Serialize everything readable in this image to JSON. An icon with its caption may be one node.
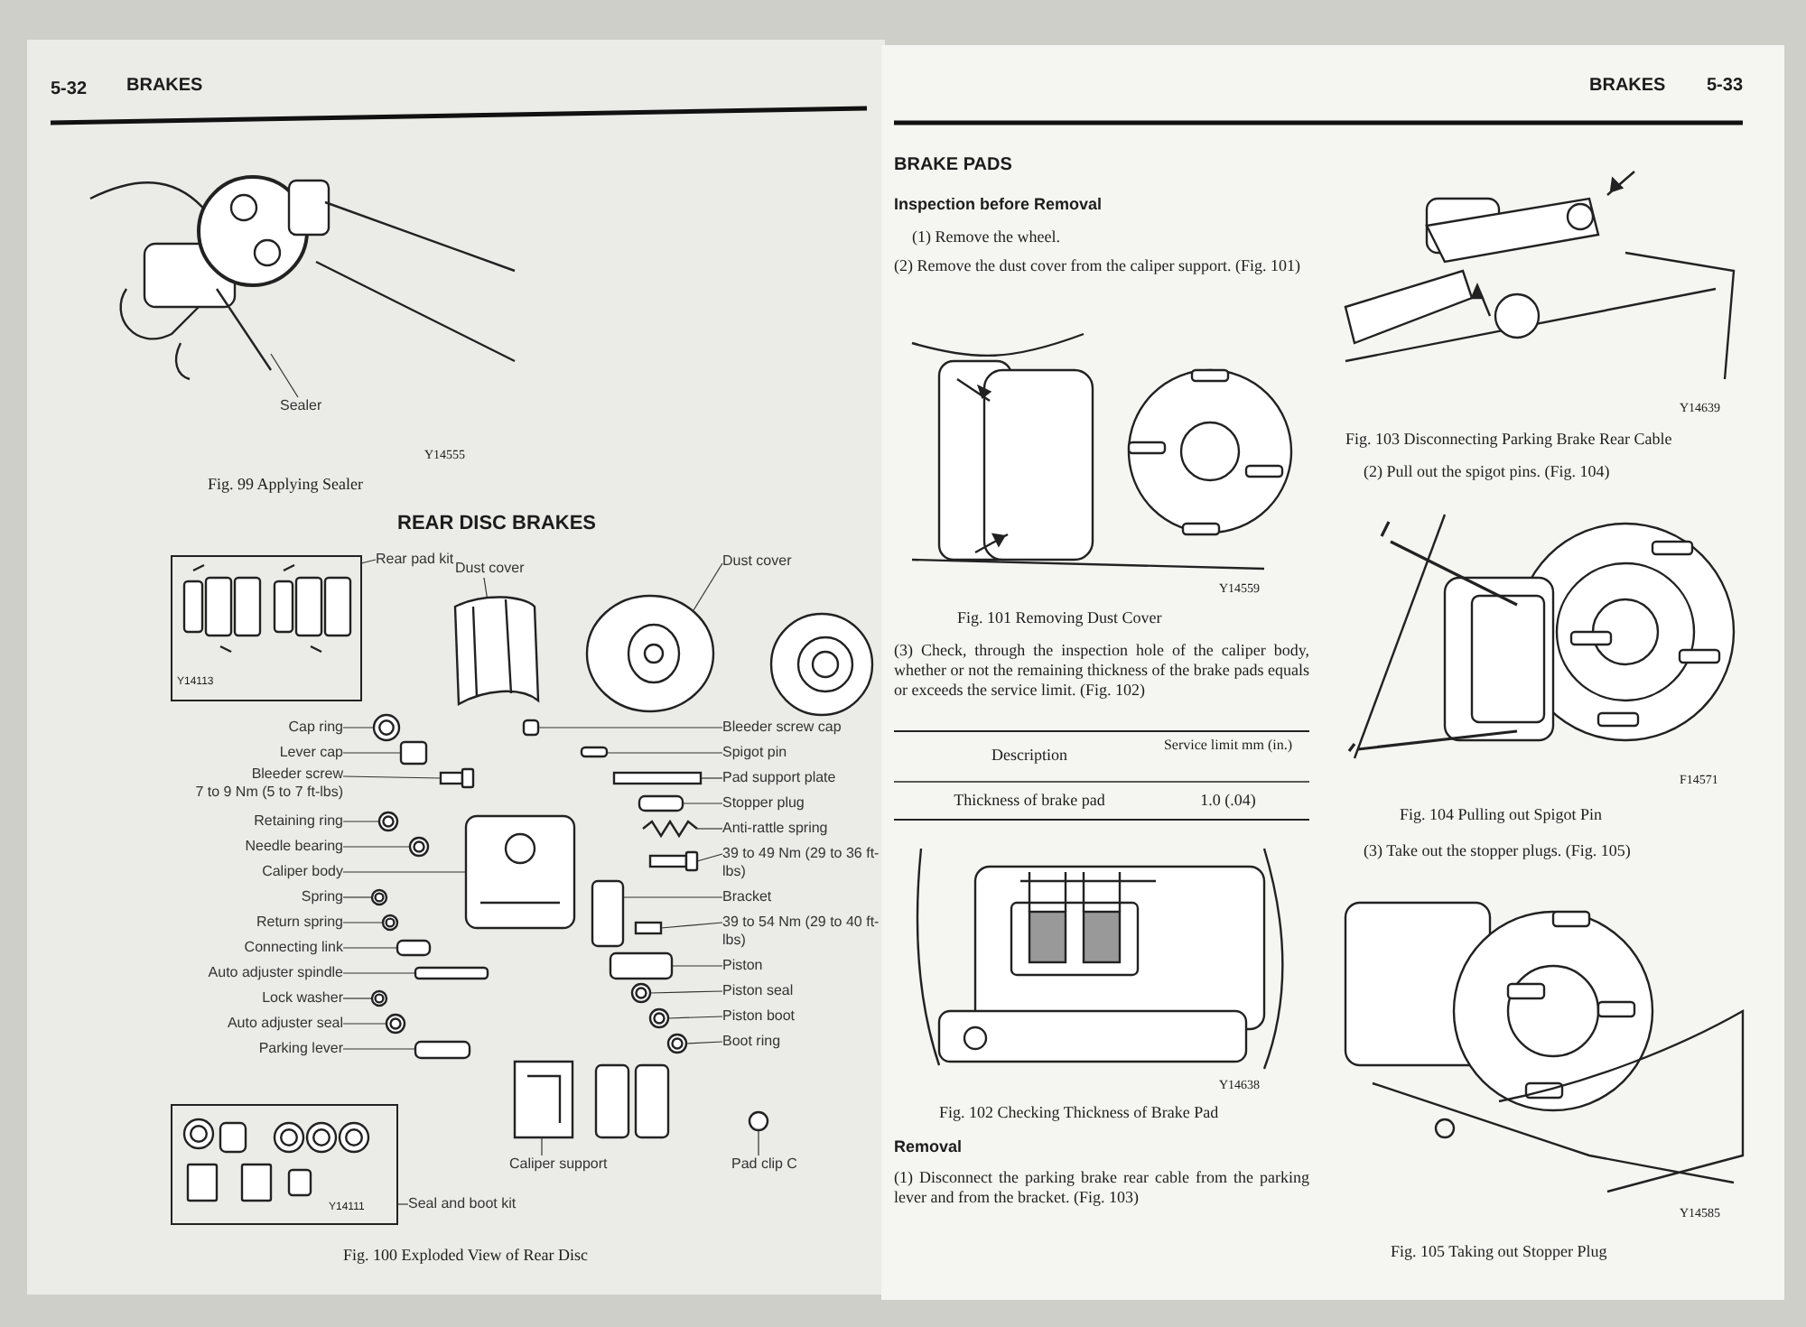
{
  "diagram": {
    "nodes": [
      {
        "text": [
          "Sealer"
        ]
      },
      {
        "text": [
          "Rear pad kit"
        ]
      },
      {
        "text": [
          "Dust cover"
        ]
      },
      {
        "text": [
          "Dust cover"
        ]
      },
      {
        "text": [
          "Cap ring"
        ]
      },
      {
        "text": [
          "Lever cap"
        ]
      },
      {
        "text": [
          "Bleeder screw",
          "7 to 9 Nm (5 to 7 ft-lbs)"
        ]
      },
      {
        "text": [
          "Retaining ring"
        ]
      },
      {
        "text": [
          "Needle bearing"
        ]
      },
      {
        "text": [
          "Caliper body"
        ]
      },
      {
        "text": [
          "Spring"
        ]
      },
      {
        "text": [
          "Return spring"
        ]
      },
      {
        "text": [
          "Connecting link"
        ]
      },
      {
        "text": [
          "Auto adjuster spindle"
        ]
      },
      {
        "text": [
          "Lock washer"
        ]
      },
      {
        "text": [
          "Auto adjuster seal"
        ]
      },
      {
        "text": [
          "Parking lever"
        ]
      },
      {
        "text": [
          "Bleeder screw cap"
        ]
      },
      {
        "text": [
          "Spigot pin"
        ]
      },
      {
        "text": [
          "Pad support plate"
        ]
      },
      {
        "text": [
          "Stopper plug"
        ]
      },
      {
        "text": [
          "Anti-rattle spring"
        ]
      },
      {
        "text": [
          "39 to 49 Nm (29 to 36 ft-lbs)"
        ]
      },
      {
        "text": [
          "Bracket"
        ]
      },
      {
        "text": [
          "39 to 54 Nm (29 to 40 ft-lbs)"
        ]
      },
      {
        "text": [
          "Piston"
        ]
      },
      {
        "text": [
          "Piston seal"
        ]
      },
      {
        "text": [
          "Piston boot"
        ]
      },
      {
        "text": [
          "Boot ring"
        ]
      },
      {
        "text": [
          "Caliper support"
        ]
      },
      {
        "text": [
          "Pad clip C"
        ]
      },
      {
        "text": [
          "Seal and boot kit"
        ]
      }
    ],
    "edges": [
      {
        "from": 0,
        "to": null,
        "arrow": "none"
      },
      {
        "from": 1,
        "to": null,
        "arrow": "none"
      },
      {
        "from": 2,
        "to": null,
        "arrow": "none"
      },
      {
        "from": 3,
        "to": null,
        "arrow": "none"
      },
      {
        "from": 4,
        "to": null,
        "arrow": "none"
      },
      {
        "from": 5,
        "to": null,
        "arrow": "none"
      },
      {
        "from": 6,
        "to": null,
        "arrow": "none"
      },
      {
        "from": 7,
        "to": null,
        "arrow": "none"
      },
      {
        "from": 8,
        "to": null,
        "arrow": "none"
      },
      {
        "from": 9,
        "to": null,
        "arrow": "none"
      },
      {
        "from": 10,
        "to": null,
        "arrow": "none"
      },
      {
        "from": 11,
        "to": null,
        "arrow": "none"
      },
      {
        "from": 12,
        "to": null,
        "arrow": "none"
      },
      {
        "from": 13,
        "to": null,
        "arrow": "none"
      },
      {
        "from": 14,
        "to": null,
        "arrow": "none"
      },
      {
        "from": 15,
        "to": null,
        "arrow": "none"
      },
      {
        "from": 16,
        "to": null,
        "arrow": "none"
      },
      {
        "from": 17,
        "to": null,
        "arrow": "none"
      },
      {
        "from": 18,
        "to": null,
        "arrow": "none"
      },
      {
        "from": 19,
        "to": null,
        "arrow": "none"
      },
      {
        "from": 20,
        "to": null,
        "arrow": "none"
      },
      {
        "from": 21,
        "to": null,
        "arrow": "none"
      },
      {
        "from": 22,
        "to": null,
        "arrow": "none"
      },
      {
        "from": 23,
        "to": null,
        "arrow": "none"
      },
      {
        "from": 24,
        "to": null,
        "arrow": "none"
      },
      {
        "from": 25,
        "to": null,
        "arrow": "none"
      },
      {
        "from": 26,
        "to": null,
        "arrow": "none"
      },
      {
        "from": 27,
        "to": null,
        "arrow": "none"
      },
      {
        "from": 28,
        "to": null,
        "arrow": "none"
      },
      {
        "from": 29,
        "to": null,
        "arrow": "none"
      },
      {
        "from": 30,
        "to": null,
        "arrow": "none"
      },
      {
        "from": 31,
        "to": null,
        "arrow": "none"
      }
    ],
    "labels": [
      "5-32",
      "BRAKES",
      "Y14555",
      "Fig. 99 Applying Sealer",
      "REAR DISC BRAKES",
      "Y14113",
      "Y14111",
      "Fig. 100 Exploded View of Rear Disc",
      "BRAKES",
      "5-33",
      "BRAKE PADS",
      "Inspection before Removal",
      "(1) Remove the wheel.",
      "(2) Remove the dust cover from the caliper support. (Fig. 101)",
      "Y14559",
      "Fig. 101 Removing Dust Cover",
      "(3) Check, through the inspection hole of the caliper body, whether or not the remaining thickness of the brake pads equals or exceeds the service limit. (Fig. 102)",
      "Description",
      "Service limit mm (in.)",
      "Thickness of brake pad",
      "1.0 (.04)",
      "Y14638",
      "Fig. 102 Checking Thickness of Brake Pad",
      "Removal",
      "(1) Disconnect the parking brake rear cable from the parking lever and from the bracket. (Fig. 103)",
      "Y14639",
      "Fig. 103 Disconnecting Parking Brake Rear Cable",
      "(2) Pull out the spigot pins. (Fig. 104)",
      "F14571",
      "Fig. 104 Pulling out Spigot Pin",
      "(3) Take out the stopper plugs. (Fig. 105)",
      "Y14585",
      "Fig. 105 Taking out Stopper Plug"
    ]
  }
}
